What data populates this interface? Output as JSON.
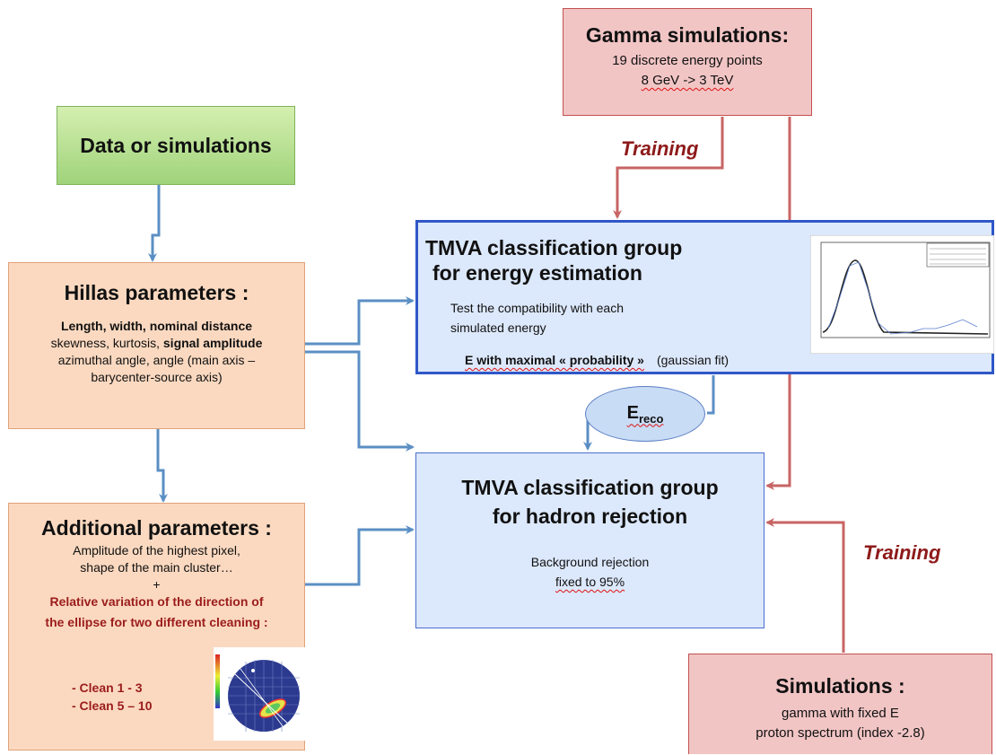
{
  "data_box": {
    "title": "Data or simulations"
  },
  "hillas": {
    "title": "Hillas parameters :",
    "line1": "Length, width, nominal distance",
    "line2_plain": "skewness, kurtosis, ",
    "line2_bold": "signal amplitude",
    "line3": "azimuthal angle, angle (main axis –",
    "line4": "barycenter-source axis)"
  },
  "additional": {
    "title": "Additional parameters :",
    "line1": "Amplitude of the highest pixel,",
    "line2": "shape of the main cluster…",
    "plus": "+",
    "red1": "Relative variation of the direction of",
    "red2": "the ellipse for two different cleaning :",
    "clean1": "- Clean 1 - 3",
    "clean2": "- Clean 5 – 10"
  },
  "gamma": {
    "title": "Gamma simulations:",
    "line1": "19 discrete energy points",
    "line2": "8 GeV -> 3 TeV"
  },
  "training_top": "Training",
  "training_right": "Training",
  "tmva_energy": {
    "title1": "TMVA classification group",
    "title2": "for energy estimation",
    "text1": "Test the compatibility with each",
    "text2": "simulated energy",
    "e_bold": "E with maximal « probability »",
    "e_note": "(gaussian fit)"
  },
  "ereco": {
    "main": "E",
    "sub": "reco"
  },
  "tmva_hadron": {
    "title1": "TMVA classification group",
    "title2": "for hadron rejection",
    "text1": "Background rejection",
    "text2": "fixed to 95%"
  },
  "simulations": {
    "title": "Simulations :",
    "line1": "gamma with fixed E",
    "line2": "proton spectrum (index -2.8)"
  },
  "colors": {
    "blue_arrow": "#5b8fc4",
    "red_arrow": "#c86464"
  }
}
